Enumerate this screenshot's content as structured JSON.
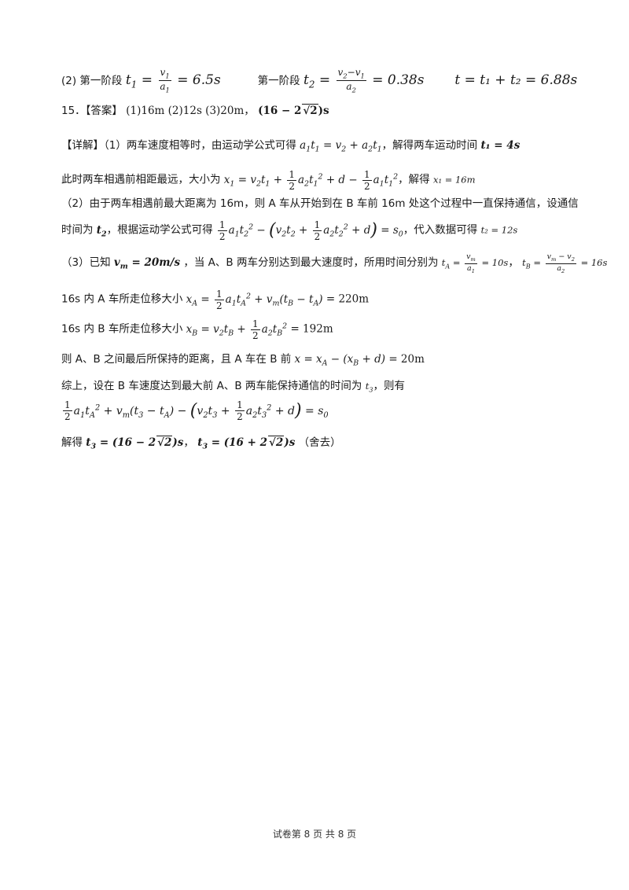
{
  "line1": {
    "label": "(2) 第一阶段",
    "eq1": "t₁ = v₁/a₁ = 6.5s",
    "label2": "第一阶段",
    "eq2": "t₂ = (v₂−v₁)/a₂ = 0.38s",
    "eq3": "t = t₁ + t₂ = 6.88s"
  },
  "q15": {
    "prefix": "15．【答案】",
    "a1": "(1)16m",
    "a2": "(2)12s",
    "a3": "(3)",
    "a3v": "20m",
    "a3v2": "(16−2√2)s"
  },
  "detail": {
    "t1": "【详解】（1）两车速度相等时，由运动学公式可得",
    "t1b": "，解得两车运动时间",
    "t1v": "t₁ = 4s",
    "t2a": "此时两车相遇前相距最远，大小为",
    "t2b": "，解得",
    "t2v": "x₁ = 16m",
    "t3": "（2）由于两车相遇前最大距离为 16m，则 A 车从开始到在 B 车前 16m 处这个过程中一直保持通信，设通信",
    "t4a": "时间为",
    "t4b": "，根据运动学公式可得",
    "t4c": "，代入数据可得",
    "t4v": "t₂ = 12s",
    "t5a": "（3）已知",
    "t5b": "，当 A、B 两车分别达到最大速度时，所用时间分别为",
    "t6a": "16s 内 A 车所走位移大小",
    "t6v": "= 220m",
    "t7a": "16s 内 B 车所走位移大小",
    "t7v": "= 192m",
    "t8a": "则 A、B 之间最后所保持的距离，且 A 车在 B 前",
    "t8v": "= 20m",
    "t9": "综上，设在 B 车速度达到最大前 A、B 两车能保持通信的时间为",
    "t9b": "，则有",
    "t11a": "解得",
    "t11b": "，",
    "t11c": "（舍去）"
  },
  "footer": "试卷第 8 页 共 8 页"
}
